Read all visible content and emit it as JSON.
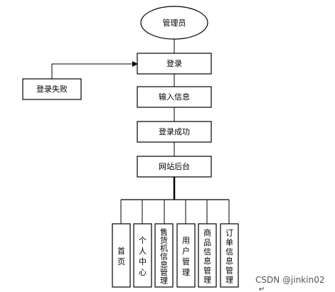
{
  "diagram": {
    "start": "管理员",
    "login": "登录",
    "login_failed": "登录失败",
    "input_info": "输入信息",
    "login_success": "登录成功",
    "backend": "网站后台",
    "modules": [
      {
        "label": "首页"
      },
      {
        "label": "个人中心"
      },
      {
        "label": "售货机信息管理"
      },
      {
        "label": "用户管理"
      },
      {
        "label": "商品信息管理"
      },
      {
        "label": "订单信息管理"
      }
    ]
  },
  "watermark": "CSDN @jinkin02",
  "return_mark": "↵"
}
